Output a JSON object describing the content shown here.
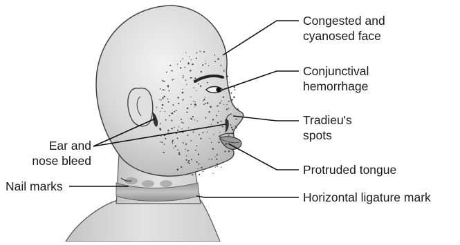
{
  "labels": {
    "face": {
      "line1": "Congested and",
      "line2": "cyanosed face"
    },
    "conjunctival": {
      "line1": "Conjunctival",
      "line2": "hemorrhage"
    },
    "tardieu": {
      "line1": "Tradieu's",
      "line2": "spots"
    },
    "tongue": "Protruded tongue",
    "ligature": "Horizontal ligature mark",
    "ear_nose": {
      "line1": "Ear and",
      "line2": "nose bleed"
    },
    "nail": "Nail marks"
  }
}
